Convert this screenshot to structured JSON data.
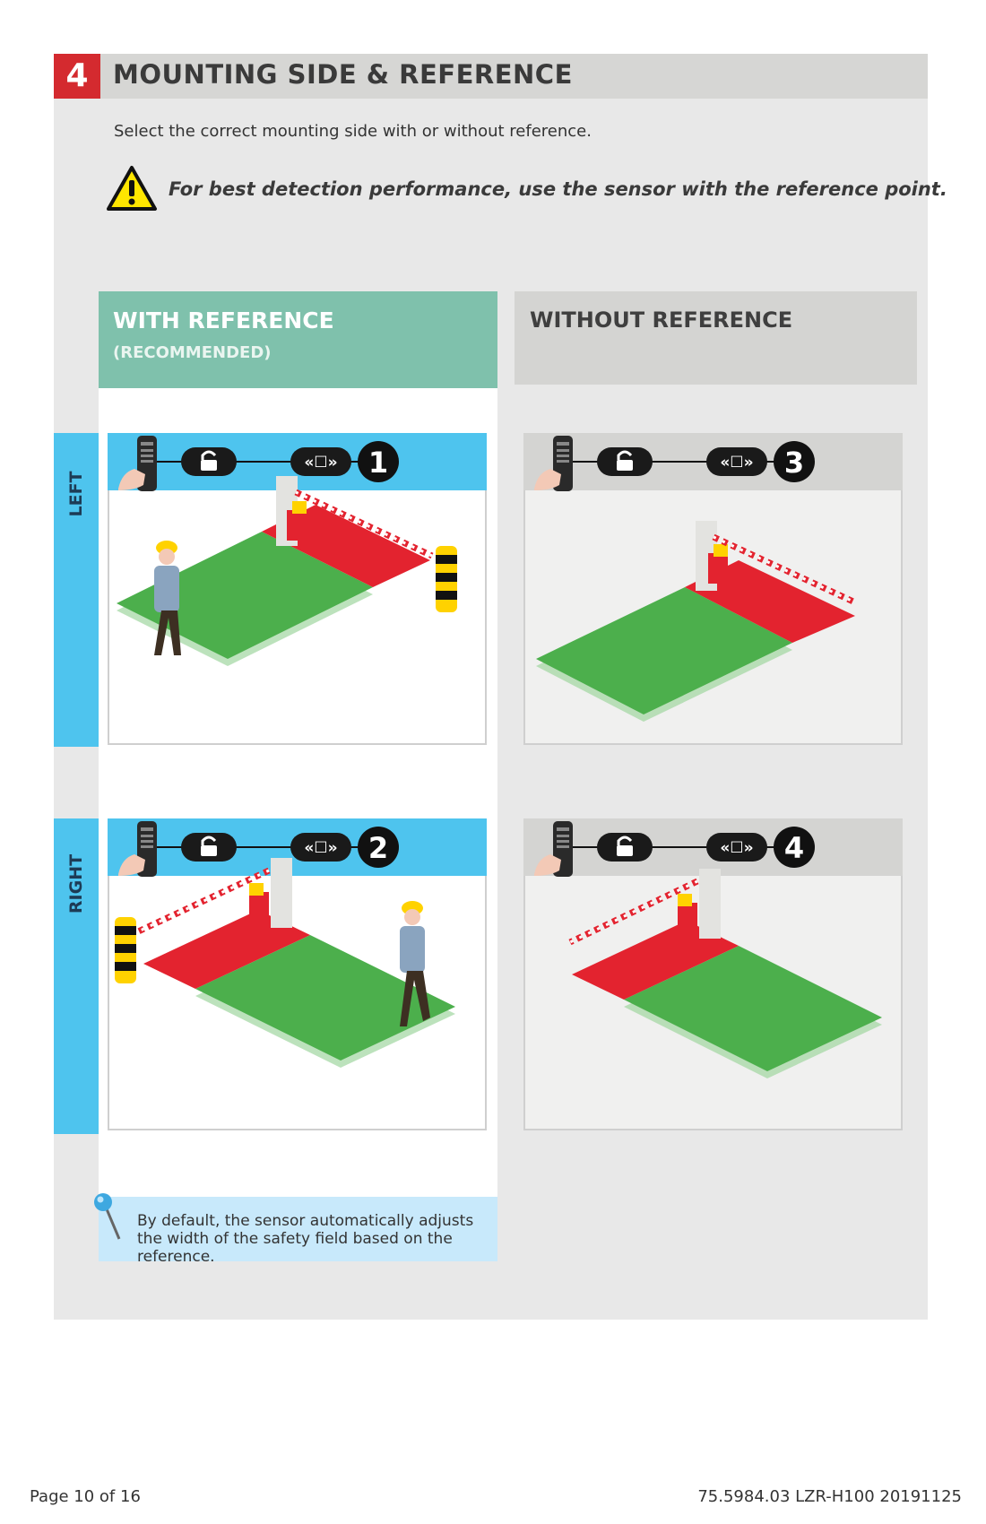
{
  "section": {
    "number": "4",
    "title": "MOUNTING SIDE & REFERENCE",
    "intro": "Select the correct mounting side with or without reference.",
    "warning": "For best detection performance, use the sensor with the reference point."
  },
  "columns": {
    "with": {
      "title": "WITH REFERENCE",
      "subtitle": "(RECOMMENDED)"
    },
    "without": {
      "title": "WITHOUT REFERENCE"
    }
  },
  "sides": {
    "left": "LEFT",
    "right": "RIGHT"
  },
  "tiles": [
    {
      "number": "1",
      "lock_icon": "unlock-icon",
      "mode_icon": "reference-mode-icon"
    },
    {
      "number": "2",
      "lock_icon": "unlock-icon",
      "mode_icon": "reference-mode-icon"
    },
    {
      "number": "3",
      "lock_icon": "unlock-icon",
      "mode_icon": "reference-mode-icon"
    },
    {
      "number": "4",
      "lock_icon": "unlock-icon",
      "mode_icon": "reference-mode-icon"
    }
  ],
  "note": "By default, the sensor automatically adjusts the width of the safety field based on the reference.",
  "footer": {
    "page": "Page 10 of 16",
    "doc_ref": "75.5984.03 LZR-H100 20191125"
  },
  "colors": {
    "accent_red": "#d42a2f",
    "with_header": "#7fc1ac",
    "side_blue": "#4ec4ee",
    "field_red": "#e3232f",
    "field_green": "#4caf4c",
    "note_blue": "#c8e9fb"
  }
}
